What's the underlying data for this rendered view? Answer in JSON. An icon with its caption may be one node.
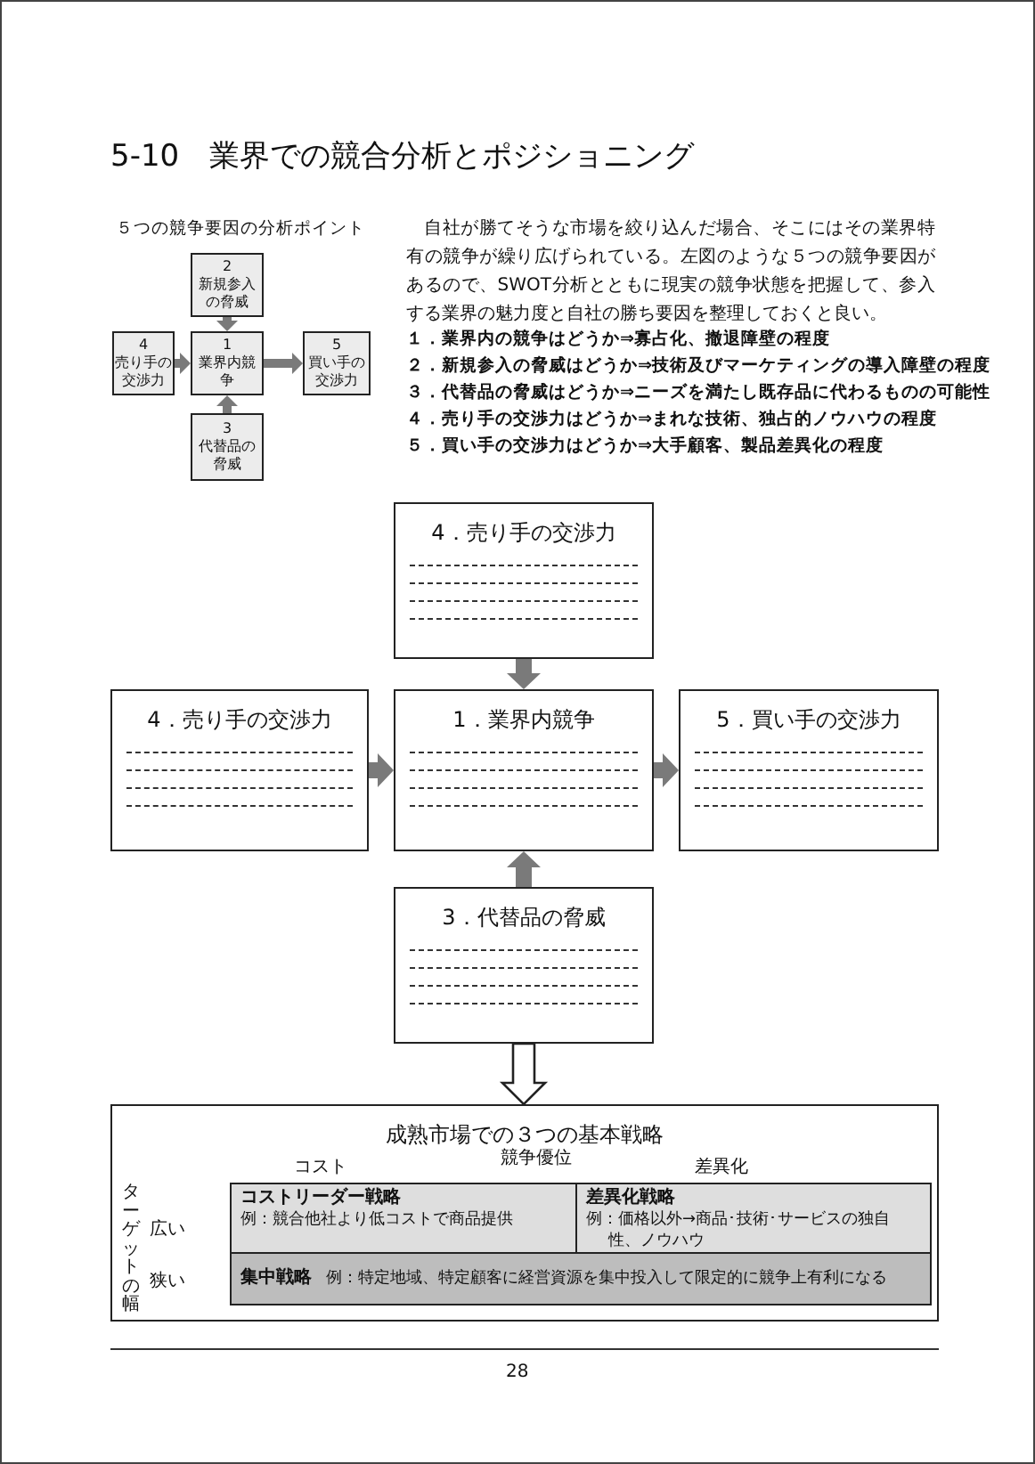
{
  "diagram": {
    "title": "5-10　業界での競合分析とポジショニング",
    "nodes": [
      {
        "text": [
          "2",
          "新規参入の脅威"
        ]
      },
      {
        "text": [
          "4",
          "売り手の交渉力"
        ]
      },
      {
        "text": [
          "1",
          "業界内競争"
        ]
      },
      {
        "text": [
          "5",
          "買い手の交渉力"
        ]
      },
      {
        "text": [
          "3",
          "代替品の脅威"
        ]
      },
      {
        "text": [
          "4．売り手の交渉力"
        ]
      },
      {
        "text": [
          "4．売り手の交渉力"
        ]
      },
      {
        "text": [
          "1．業界内競争"
        ]
      },
      {
        "text": [
          "5．買い手の交渉力"
        ]
      },
      {
        "text": [
          "3．代替品の脅威"
        ]
      },
      {
        "text": [
          "成熟市場での３つの基本戦略"
        ]
      },
      {
        "text": [
          "コストリーダー戦略",
          "例：競合他社より低コストで商品提供"
        ],
        "in": 10
      },
      {
        "text": [
          "差異化戦略",
          "例：価格以外→商品･技術･サービスの独自性、ノウハウ"
        ],
        "in": 10
      },
      {
        "text": [
          "集中戦略",
          "例：特定地域、特定顧客に経営資源を集中投入して限定的に競争上有利になる"
        ],
        "in": 10
      }
    ],
    "edges": [
      {
        "from": 0,
        "to": 2,
        "arrow": "to"
      },
      {
        "from": 1,
        "to": 2,
        "arrow": "to"
      },
      {
        "from": 2,
        "to": 3,
        "arrow": "to"
      },
      {
        "from": 4,
        "to": 2,
        "arrow": "to"
      },
      {
        "from": 5,
        "to": 7,
        "arrow": "to"
      },
      {
        "from": 6,
        "to": 7,
        "arrow": "to"
      },
      {
        "from": 7,
        "to": 8,
        "arrow": "to"
      },
      {
        "from": 9,
        "to": 7,
        "arrow": "to"
      },
      {
        "from": 9,
        "to": 10,
        "arrow": "to",
        "color": "#222222"
      }
    ],
    "labels": [
      "５つの競争要因の分析ポイント",
      "自社が勝てそうな市場を絞り込んだ場合、そこにはその業界特有の競争が繰り広げられている。左図のような５つの競争要因があるので、SWOT分析とともに現実の競争状態を把握して、参入する業界の魅力度と自社の勝ち要因を整理しておくと良い。",
      "１．業界内の競争はどうか⇒寡占化、撤退障壁の程度",
      "２．新規参入の脅威はどうか⇒技術及びマーケティングの導入障壁の程度",
      "３．代替品の脅威はどうか⇒ニーズを満たし既存品に代わるものの可能性",
      "４．売り手の交渉力はどうか⇒まれな技術、独占的ノウハウの程度",
      "５．買い手の交渉力はどうか⇒大手顧客、製品差異化の程度",
      "競争優位",
      "コスト",
      "差異化",
      "ターゲットの幅",
      "広い",
      "狭い",
      "28"
    ]
  }
}
